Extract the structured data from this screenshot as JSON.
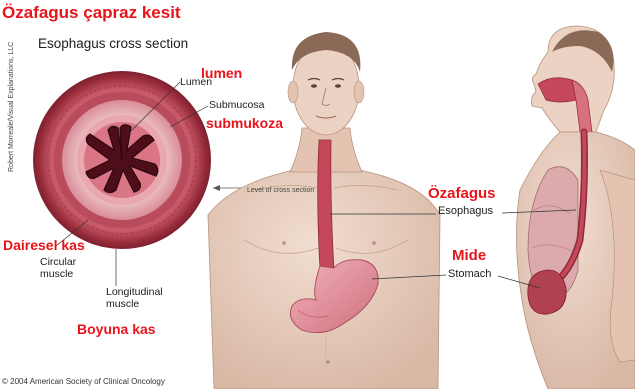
{
  "labels": {
    "title_tr": "Özafagus çapraz kesit",
    "title_en": "Esophagus cross section",
    "lumen_tr": "lumen",
    "lumen_en": "Lumen",
    "submucosa_en": "Submucosa",
    "submucosa_tr": "submukoza",
    "level_en": "Level of cross section",
    "esophagus_tr": "Özafagus",
    "esophagus_en": "Esophagus",
    "circular_tr": "Dairesel kas",
    "circular_en_1": "Circular",
    "circular_en_2": "muscle",
    "longitudinal_en_1": "Longitudinal",
    "longitudinal_en_2": "muscle",
    "stomach_tr": "Mide",
    "stomach_en": "Stomach",
    "longitudinal_tr": "Boyuna kas",
    "copyright": "© 2004 American Society of Clinical Oncology",
    "credit": "Robert Morreale/Visual Explanations, LLC"
  },
  "colors": {
    "label_red": "#e8141b",
    "skin": "#e9cfbf",
    "muscle": "#b24150",
    "esophagus": "#c4485a",
    "stomach": "#e79aa6",
    "lung": "#dca9ad"
  }
}
